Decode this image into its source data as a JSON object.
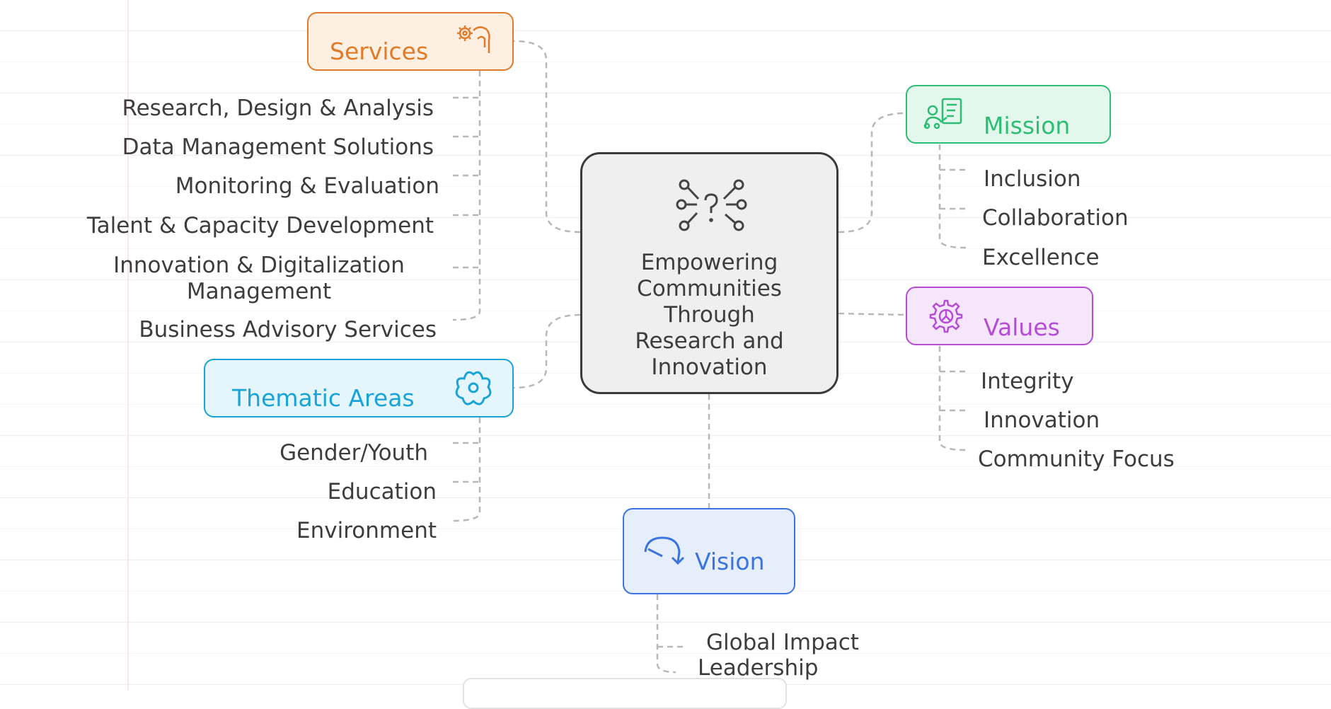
{
  "center": {
    "title": "Empowering\nCommunities\nThrough\nResearch and\nInnovation"
  },
  "services": {
    "label": "Services",
    "items": [
      "Research, Design & Analysis",
      "Data Management Solutions",
      "Monitoring & Evaluation",
      "Talent & Capacity Development",
      "Innovation & Digitalization\nManagement",
      "Business Advisory Services"
    ]
  },
  "thematic": {
    "label": "Thematic Areas",
    "items": [
      "Gender/Youth",
      "Education",
      "Environment"
    ]
  },
  "mission": {
    "label": "Mission",
    "items": [
      "Inclusion",
      "Collaboration",
      "Excellence"
    ]
  },
  "values": {
    "label": "Values",
    "items": [
      "Integrity",
      "Innovation",
      "Community Focus"
    ]
  },
  "vision": {
    "label": "Vision",
    "items": [
      "Global Impact",
      "Leadership"
    ]
  },
  "colors": {
    "services": "#e07b2a",
    "thematic": "#1aa3d6",
    "mission": "#2ebd74",
    "values": "#b54cd6",
    "vision": "#3b74e0",
    "connector": "#b8b8b8",
    "text": "#3d3d3d"
  },
  "icons": {
    "center": "branching-question-icon",
    "services": "hand-gear-icon",
    "thematic": "flower-icon",
    "mission": "presenter-icon",
    "values": "gear-icon",
    "vision": "refresh-arrow-icon"
  }
}
